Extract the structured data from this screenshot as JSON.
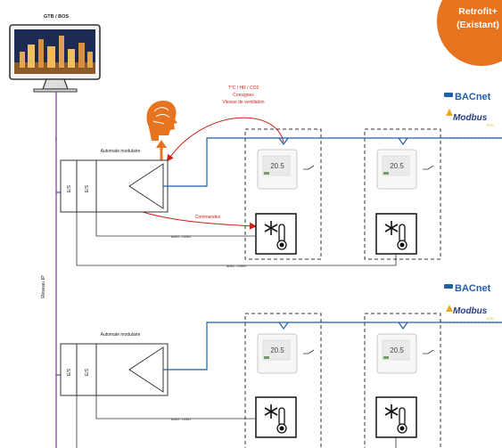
{
  "header": {
    "gtb_label": "GTB / BOS",
    "badge_line1": "Retrofit+",
    "badge_line2": "(Existant)",
    "badge_color": "#e8731e"
  },
  "network_label": "Réseau IP",
  "protocols": {
    "bacnet": "BACnet",
    "modbus": "Modbus",
    "modbus_sub": "RTU"
  },
  "automate_label": "Automate modulaire",
  "io_label": "E/S",
  "signal_label_1": "AI/AO - DI/DO",
  "signal_label_2": "AI/AO - DI/DO",
  "annotation": {
    "line1": "T°C / HR / CO2",
    "line2": "Consignes",
    "line3": "Vitesse de ventilation",
    "commands": "Commandes",
    "color": "#d0201a"
  },
  "thermostat_display": "20.5",
  "icons": [
    "monitor-icon",
    "head-brain-icon",
    "bacnet-logo",
    "modbus-logo",
    "thermostat-icon",
    "snowflake-thermometer-icon"
  ],
  "colors": {
    "bus_blue": "#1f5fa8",
    "network_purple": "#7a3a9a",
    "orange": "#e8731e"
  }
}
